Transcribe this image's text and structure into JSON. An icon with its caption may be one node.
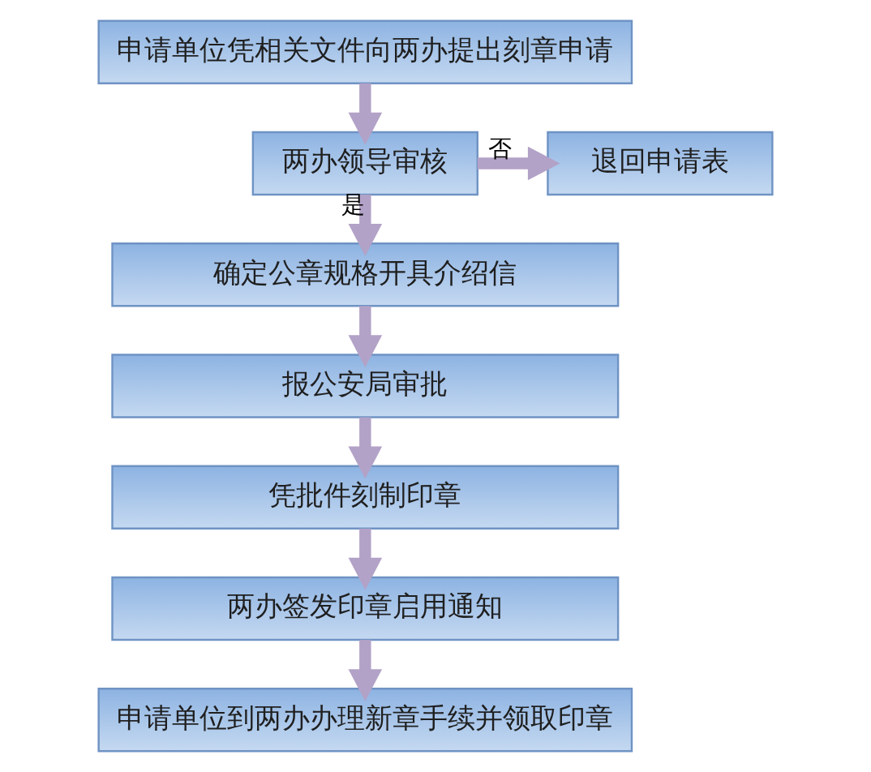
{
  "diagram": {
    "nodes": [
      {
        "text": [
          "申请单位凭相关文件向两办提出刻章申请"
        ]
      },
      {
        "text": [
          "两办领导审核"
        ]
      },
      {
        "text": [
          "退回申请表"
        ]
      },
      {
        "text": [
          "确定公章规格开具介绍信"
        ]
      },
      {
        "text": [
          "报公安局审批"
        ]
      },
      {
        "text": [
          "凭批件刻制印章"
        ]
      },
      {
        "text": [
          "两办签发印章启用通知"
        ]
      },
      {
        "text": [
          "申请单位到两办办理新章手续并领取印章"
        ]
      }
    ],
    "edges": [
      {
        "from": 0,
        "to": 1,
        "arrow": "to"
      },
      {
        "from": 1,
        "to": 2,
        "arrow": "to",
        "label": "否"
      },
      {
        "from": 1,
        "to": 3,
        "arrow": "to",
        "label": "是"
      },
      {
        "from": 3,
        "to": 4,
        "arrow": "to"
      },
      {
        "from": 4,
        "to": 5,
        "arrow": "to"
      },
      {
        "from": 5,
        "to": 6,
        "arrow": "to"
      },
      {
        "from": 6,
        "to": 7,
        "arrow": "to"
      }
    ]
  }
}
